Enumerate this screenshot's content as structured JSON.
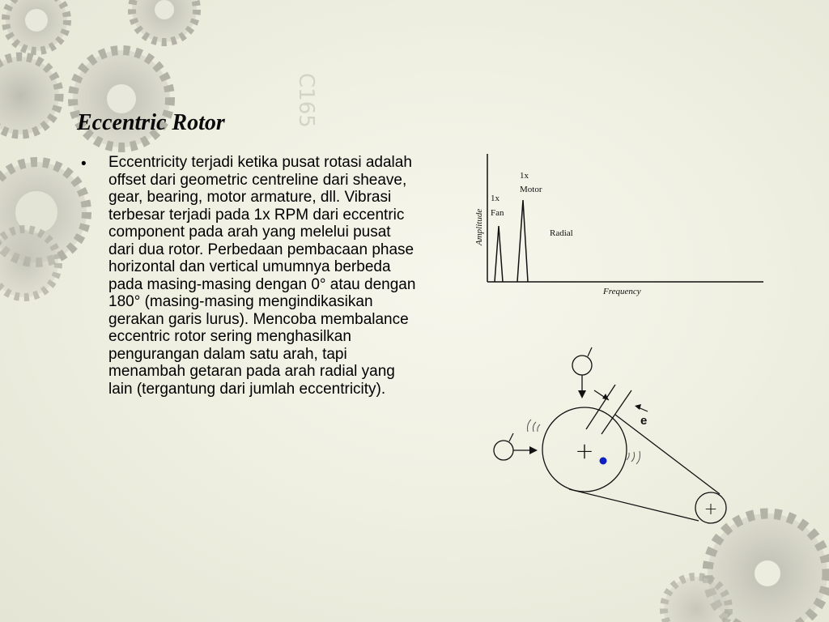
{
  "slide": {
    "title": "Eccentric Rotor",
    "bullet_glyph": "•",
    "body": "Eccentricity terjadi ketika pusat rotasi adalah offset dari geometric centreline dari sheave, gear, bearing, motor armature, dll. Vibrasi terbesar terjadi pada 1x RPM dari eccentric component pada arah yang melelui pusat dari dua rotor. Perbedaan pembacaan phase horizontal dan vertical umumnya berbeda pada masing-masing dengan  0° atau dengan 180° (masing-masing mengindikasikan gerakan garis lurus). Mencoba membalance eccentric rotor sering menghasilkan pengurangan dalam satu arah, tapi menambah getaran pada arah radial yang lain (tergantung dari jumlah eccentricity)."
  },
  "spectrum": {
    "ylabel": "Amplitude",
    "xlabel": "Frequency",
    "fan_label_line1": "1x",
    "fan_label_line2": "Fan",
    "motor_label_line1": "1x",
    "motor_label_line2": "Motor",
    "direction_label": "Radial"
  },
  "rotor_diagram": {
    "eccentricity_label": "e",
    "plus_glyph": "+",
    "center_dot_color": "#1020c0"
  },
  "decorations": {
    "gear_color": "#c9c7bd",
    "gear_text": "C165"
  }
}
